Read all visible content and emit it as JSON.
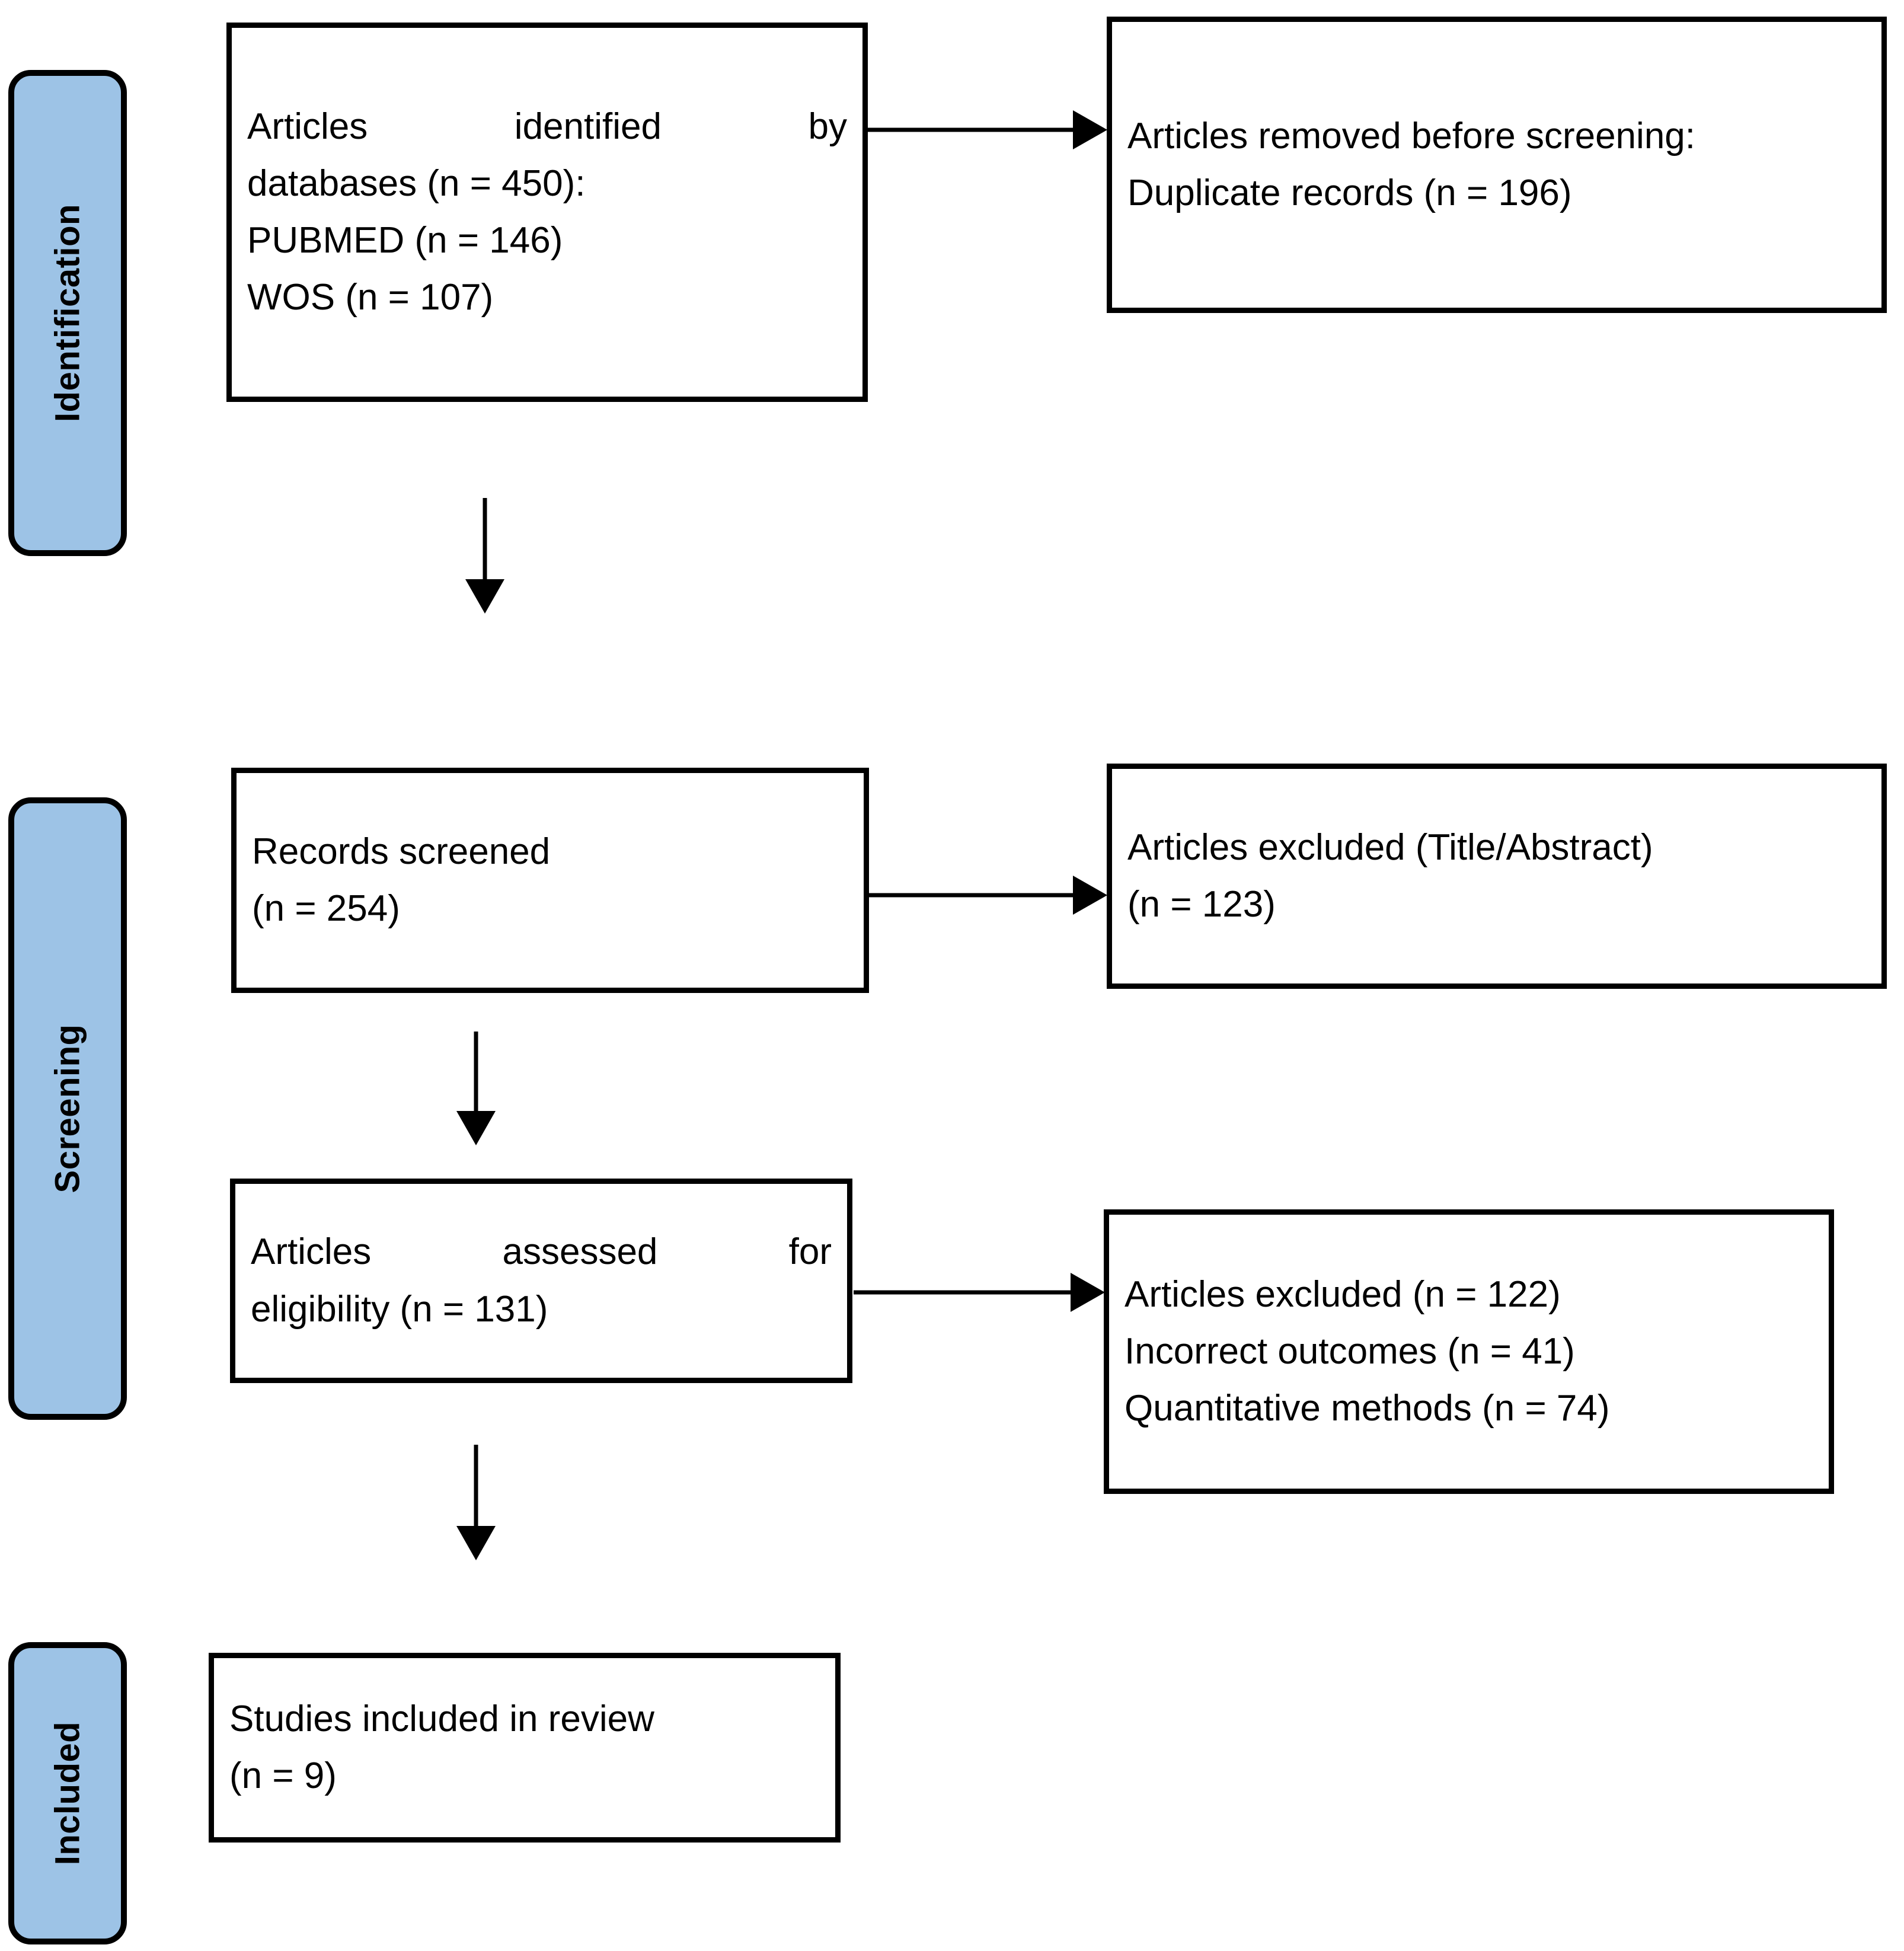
{
  "diagram": {
    "type": "prisma-flow-diagram",
    "accent_color": "#9DC3E6",
    "line_color": "#000000",
    "stages": [
      {
        "id": "identification",
        "label": "Identification"
      },
      {
        "id": "screening",
        "label": "Screening"
      },
      {
        "id": "included",
        "label": "Included"
      }
    ],
    "boxes": {
      "identification_source": {
        "lines": [
          "Articles identified by",
          "databases (n = 450):",
          "PUBMED (n = 146)",
          "WOS (n = 107)"
        ]
      },
      "removed_before_screening": {
        "lines": [
          "Articles removed before screening:",
          "Duplicate records (n = 196)"
        ]
      },
      "records_screened": {
        "lines": [
          "Records screened",
          "(n = 254)"
        ]
      },
      "excluded_title_abstract": {
        "lines": [
          "Articles excluded (Title/Abstract)",
          "(n = 123)"
        ]
      },
      "assessed_eligibility": {
        "lines": [
          "Articles assessed for",
          "eligibility (n = 131)"
        ]
      },
      "excluded_fulltext": {
        "lines": [
          "Articles excluded (n = 122)",
          "Incorrect outcomes (n = 41)",
          "Quantitative methods (n = 74)"
        ]
      },
      "studies_included": {
        "lines": [
          "Studies included in review",
          "(n = 9)"
        ]
      }
    }
  }
}
